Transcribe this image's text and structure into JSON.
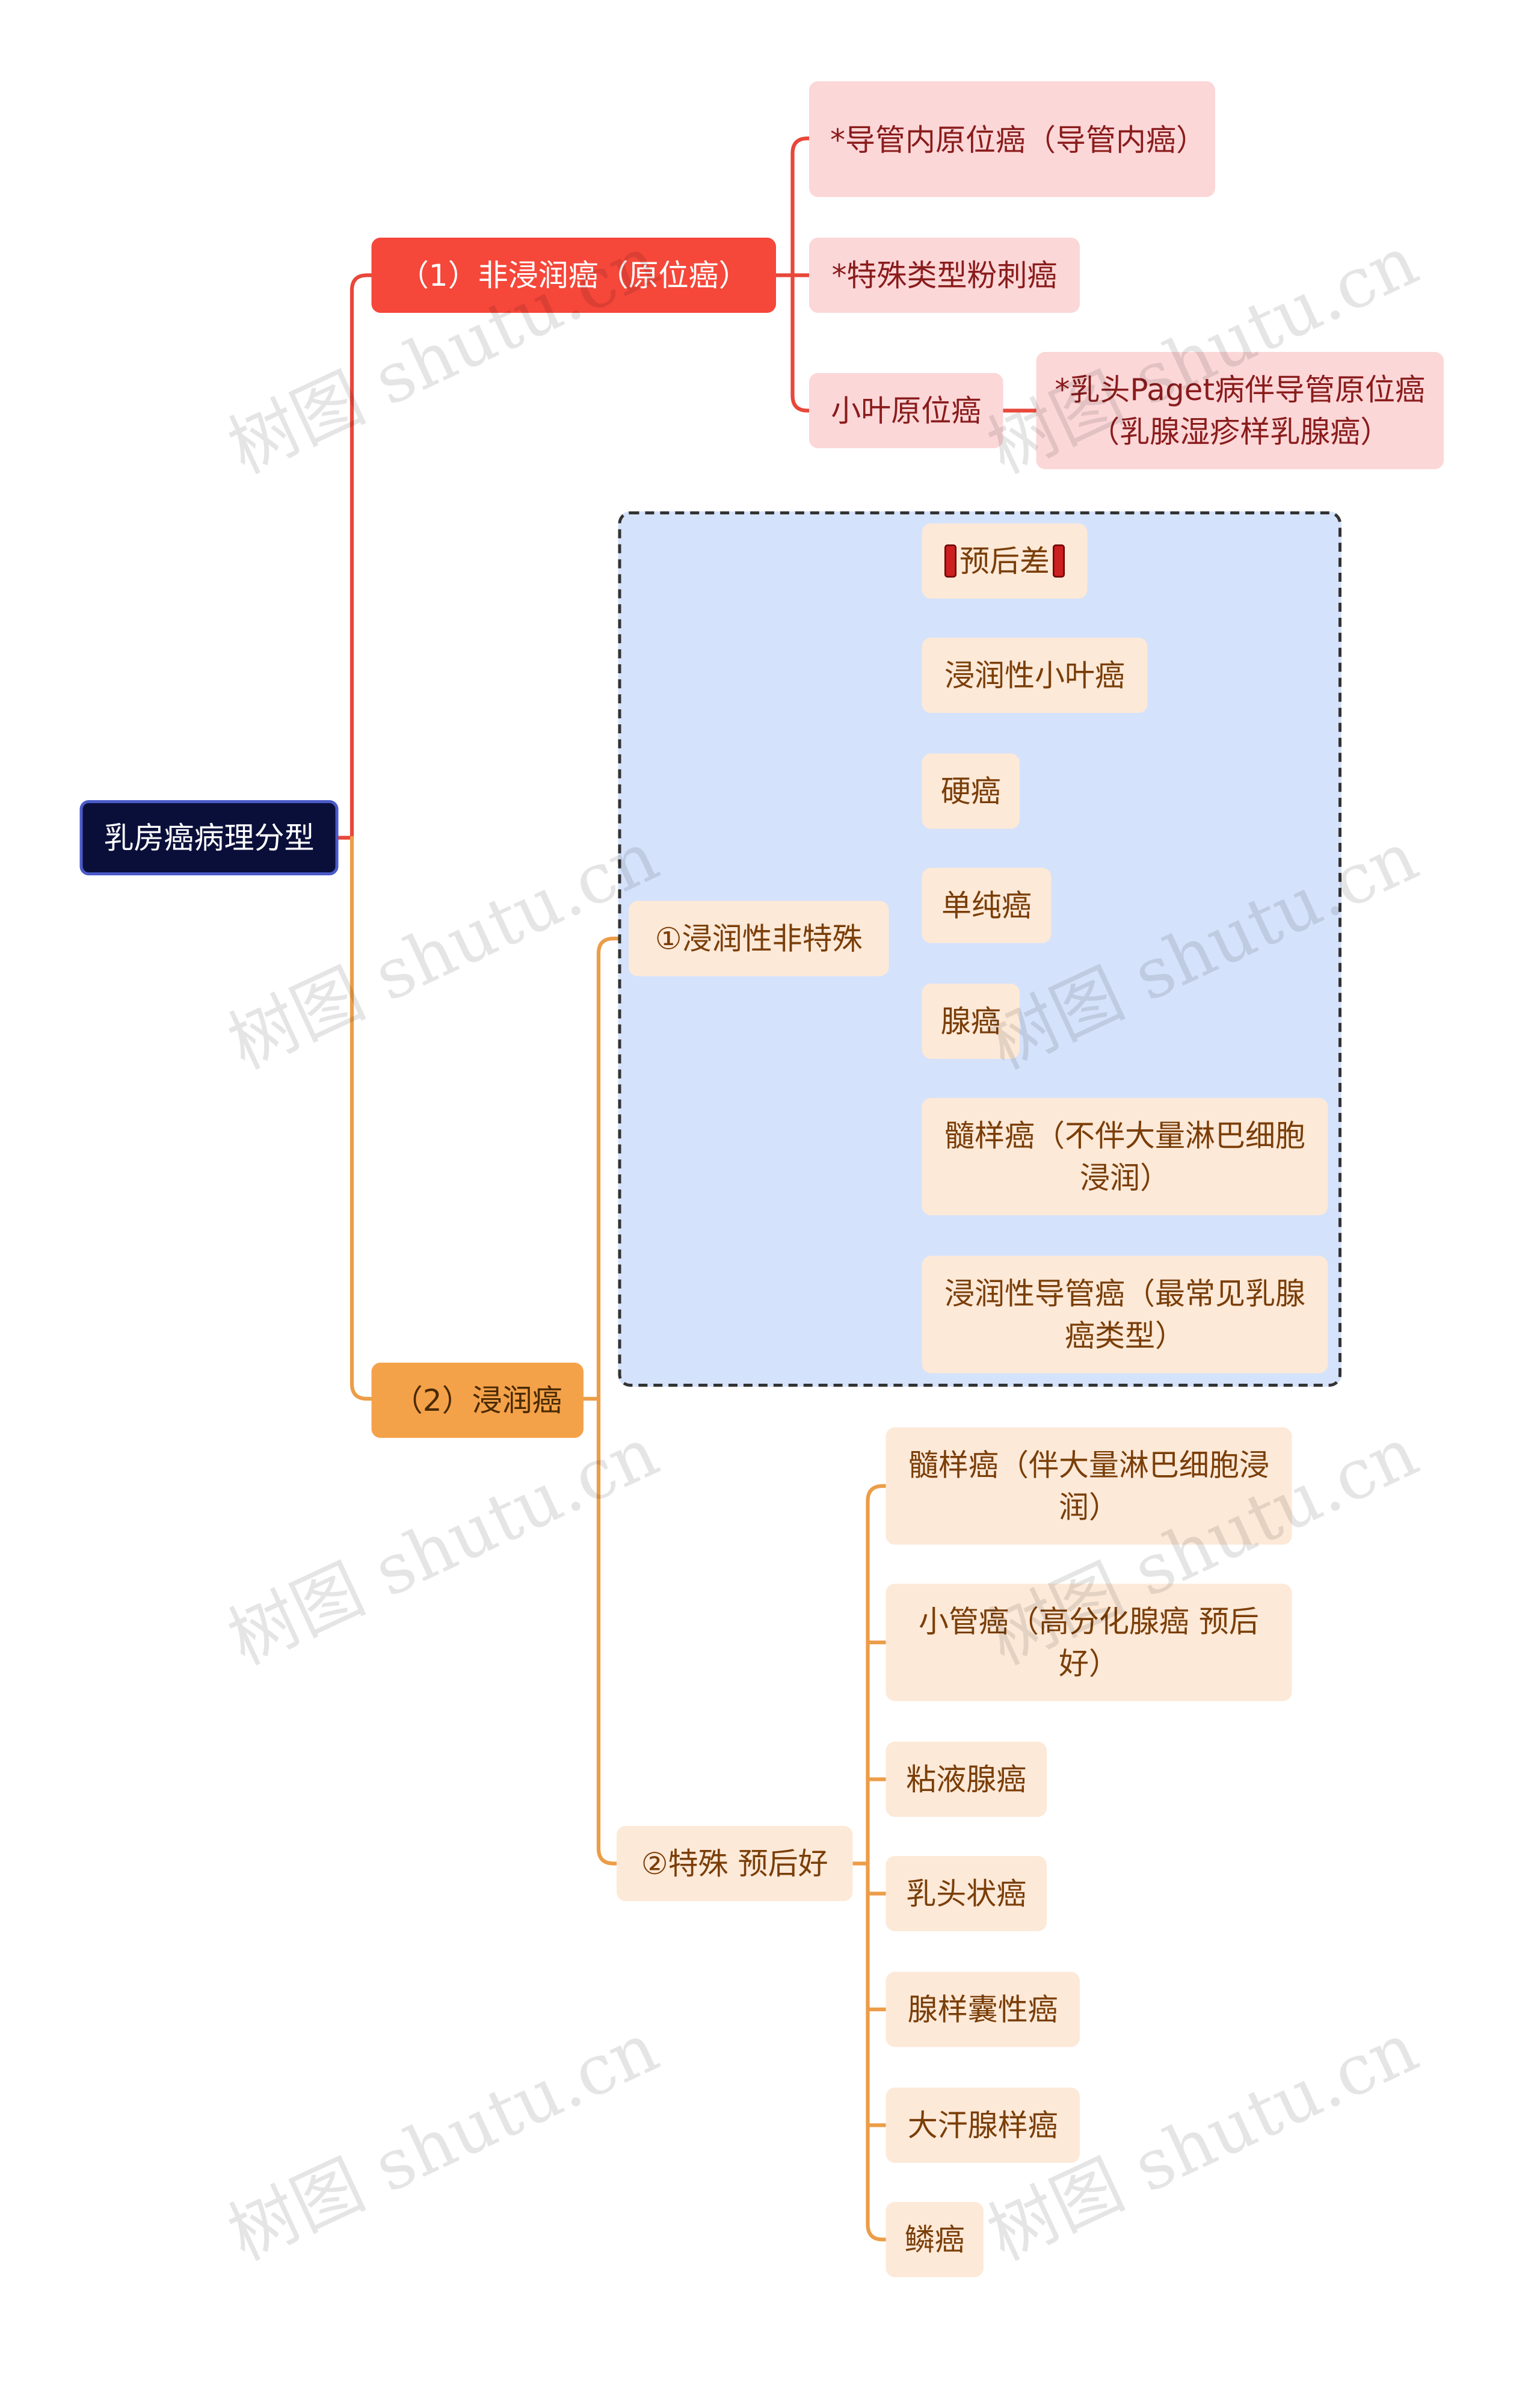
{
  "colors": {
    "red": "#e8473a",
    "orange": "#ec9d48"
  },
  "root": {
    "label": "乳房癌病理分型"
  },
  "non_invasive": {
    "label": "（1）非浸润癌（原位癌）",
    "children": [
      "*导管内原位癌（导管内癌）",
      "*特殊类型粉刺癌",
      "小叶原位癌"
    ],
    "lobular_child": "*乳头Paget病伴导管原位癌（乳腺湿疹样乳腺癌）"
  },
  "invasive": {
    "label": "（2）浸润癌",
    "nonspecial": {
      "label": "①浸润性非特殊",
      "summary_label": "预后差",
      "summary_icon": "exclamation-icon",
      "children": [
        "浸润性小叶癌",
        "硬癌",
        "单纯癌",
        "腺癌",
        "髓样癌（不伴大量淋巴细胞浸润）",
        "浸润性导管癌（最常见乳腺癌类型）"
      ]
    },
    "special": {
      "label": "②特殊 预后好",
      "children": [
        "髓样癌（伴大量淋巴细胞浸润）",
        "小管癌（高分化腺癌 预后好）",
        "粘液腺癌",
        "乳头状癌",
        "腺样囊性癌",
        "大汗腺样癌",
        "鳞癌"
      ]
    }
  },
  "watermark": "树图 shutu.cn"
}
